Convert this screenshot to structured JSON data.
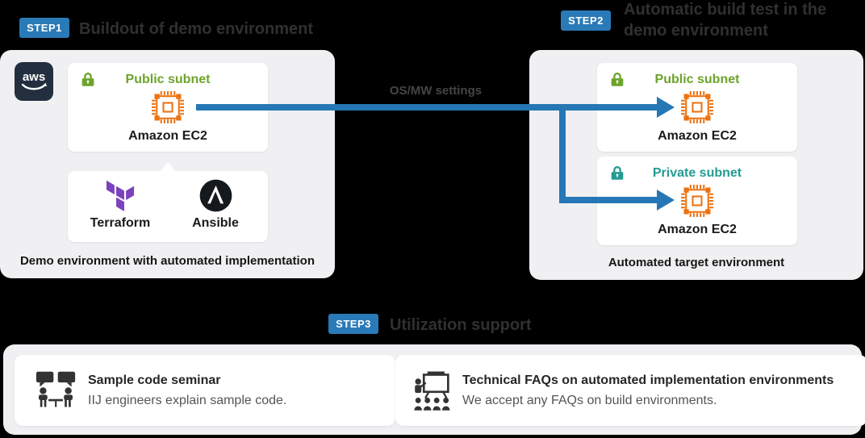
{
  "colors": {
    "background": "#000000",
    "badge_blue": "#2A7AB8",
    "arrow_blue": "#2577B5",
    "subnet_green": "#6CA32B",
    "subnet_teal": "#229C92",
    "ec2_orange": "#EC7211",
    "terraform_purple": "#7B42BC",
    "aws_navy": "#232F3E",
    "card_gray": "#F0F0F2",
    "heading_gray": "#303030"
  },
  "steps": {
    "step1": {
      "badge": "STEP1",
      "title": "Buildout of demo environment"
    },
    "step2": {
      "badge": "STEP2",
      "title_line1": "Automatic build test in the",
      "title_line2": "demo environment"
    },
    "step3": {
      "badge": "STEP3",
      "title": "Utilization support"
    }
  },
  "left_env": {
    "aws_logo_text": "aws",
    "public_subnet": {
      "label": "Public subnet",
      "service": "Amazon EC2"
    },
    "tools": [
      {
        "name": "Terraform"
      },
      {
        "name": "Ansible"
      }
    ],
    "caption": "Demo environment with automated implementation"
  },
  "arrow": {
    "label": "OS/MW settings"
  },
  "right_env": {
    "public_subnet": {
      "label": "Public subnet",
      "service": "Amazon EC2"
    },
    "private_subnet": {
      "label": "Private subnet",
      "service": "Amazon EC2"
    },
    "caption": "Automated target environment"
  },
  "support": {
    "cards": [
      {
        "title": "Sample code seminar",
        "description": "IIJ engineers explain sample code."
      },
      {
        "title": "Technical FAQs on automated implementation environments",
        "description": "We accept any FAQs on build environments."
      }
    ]
  }
}
